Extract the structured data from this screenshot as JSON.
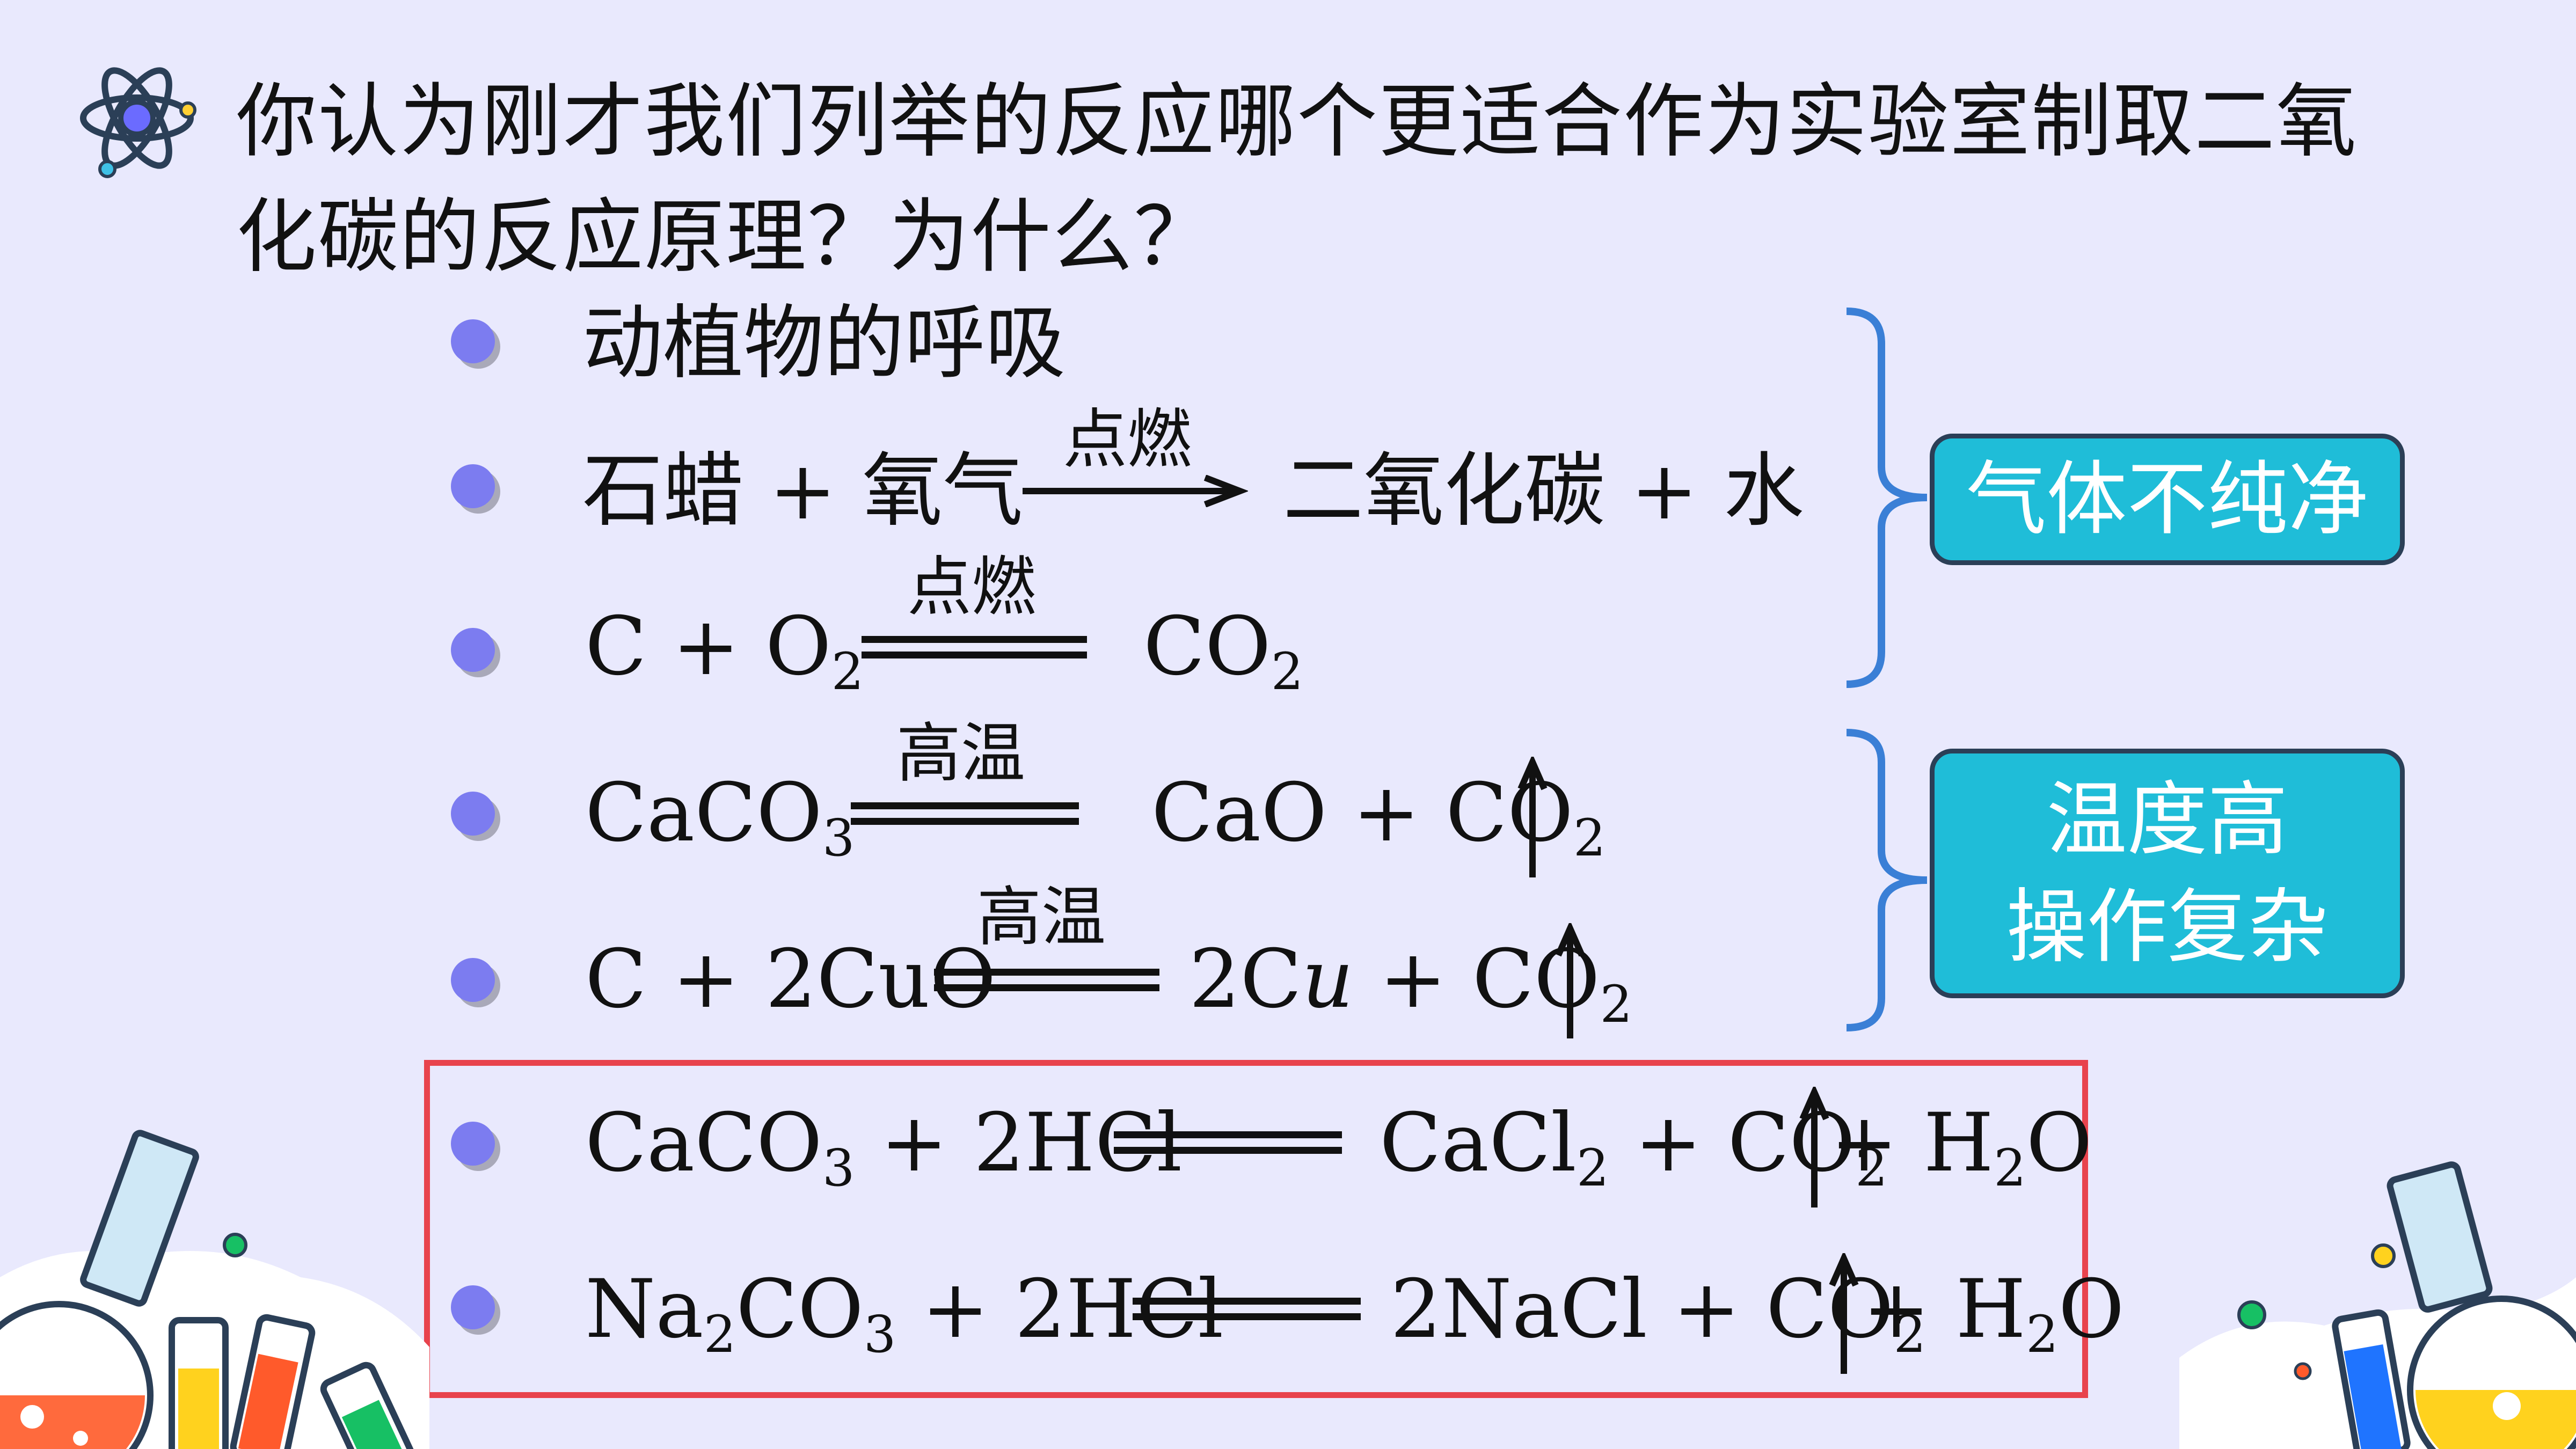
{
  "question": "你认为刚才我们列举的反应哪个更适合作为实验室制取二氧化碳的反应原理？为什么？",
  "items": [
    {
      "text": "动植物的呼吸"
    },
    {
      "left": "石蜡 + 氧气",
      "cond": "点燃",
      "right": "二氧化碳 + 水"
    },
    {
      "left_a": "C + O",
      "left_sub": "2",
      "cond": "点燃",
      "right_a": "CO",
      "right_sub": "2"
    },
    {
      "left_a": "CaCO",
      "left_sub": "3",
      "cond": "高温",
      "right_a": "CaO + CO",
      "right_sub": "2"
    },
    {
      "left_a": "C + 2CuO",
      "cond": "高温",
      "right_a": "2C",
      "right_it": "u",
      "right_b": " + CO",
      "right_sub": "2"
    },
    {
      "left_a": "CaCO",
      "left_sub": "3",
      "left_b": " + 2HCl",
      "right_a": "CaCl",
      "right_sub1": "2",
      "right_b": " + CO",
      "right_sub2": "2",
      "right_c": "+ H",
      "right_sub3": "2",
      "right_d": "O"
    },
    {
      "left_a": "Na",
      "left_sub1": "2",
      "left_b": "CO",
      "left_sub2": "3",
      "left_c": " + 2HCl",
      "right_a": "2NaCl + CO",
      "right_sub1": "2",
      "right_c": "+ H",
      "right_sub2": "2",
      "right_d": "O"
    }
  ],
  "labels": {
    "impure": "气体不纯净",
    "hot_line1": "温度高",
    "hot_line2": "操作复杂"
  },
  "colors": {
    "background": "#e9e9fd",
    "bullet": "#7c7cf0",
    "label_box": "#1fbdd8",
    "highlight_border": "#e8434d",
    "brace": "#3a7fd6"
  }
}
